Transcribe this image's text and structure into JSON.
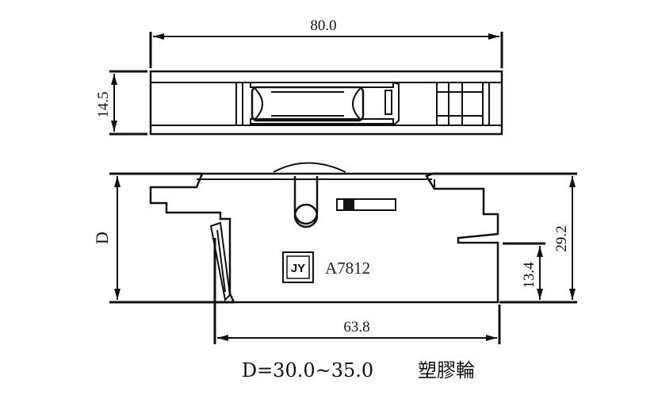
{
  "dimensions": {
    "top_width": "80.0",
    "top_height": "14.5",
    "side_height_label": "D",
    "side_right_height": "29.2",
    "side_wheel_height": "13.4",
    "bottom_width": "63.8"
  },
  "part": {
    "logo_text": "JY",
    "model": "A7812"
  },
  "caption": {
    "range": "D=30.0~35.0",
    "material": "塑膠輪"
  }
}
